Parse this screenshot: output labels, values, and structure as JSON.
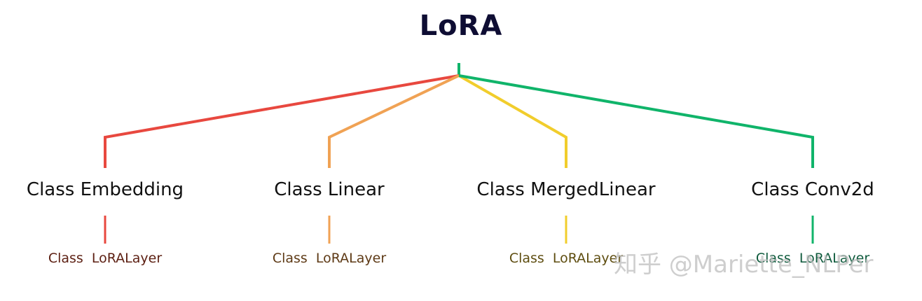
{
  "title": "LoRA",
  "branches": [
    {
      "label": "Class Embedding",
      "child": "Class  LoRALayer",
      "color": "#e8483f",
      "child_color": "#5c1f12"
    },
    {
      "label": "Class Linear",
      "child": "Class  LoRALayer",
      "color": "#f0a254",
      "child_color": "#5e3a16"
    },
    {
      "label": "Class MergedLinear",
      "child": "Class  LoRALayer",
      "color": "#f1cd2c",
      "child_color": "#5e4d10"
    },
    {
      "label": "Class Conv2d",
      "child": "Class  LoRALayer",
      "color": "#10b46a",
      "child_color": "#0e5a3c"
    }
  ],
  "root_stub_color": "#10b46a",
  "watermark": "知乎 @Mariette_NLPer"
}
